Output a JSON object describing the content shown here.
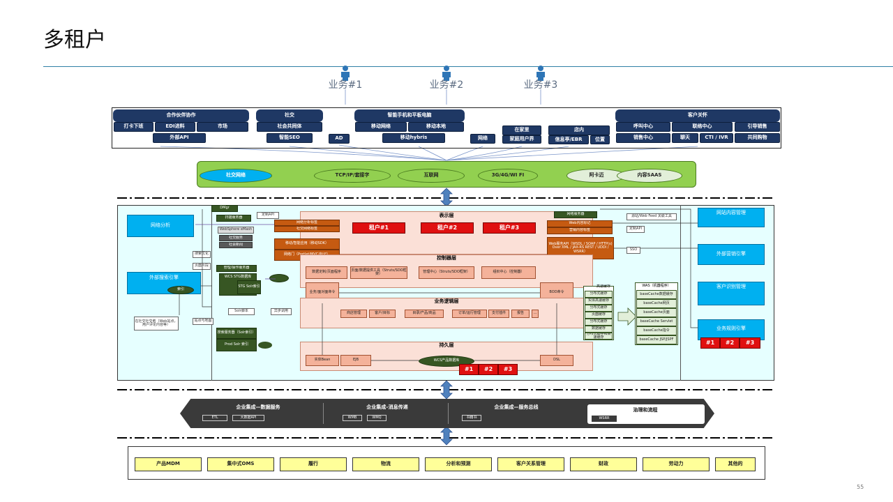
{
  "page": {
    "title": "多租户",
    "page_number": "55"
  },
  "users": [
    {
      "label": "业务#1"
    },
    {
      "label": "业务#2"
    },
    {
      "label": "业务#3"
    }
  ],
  "channels": {
    "partner": {
      "header": "合作伙伴协作",
      "items": [
        "打卡下班",
        "EDI进料",
        "市场",
        "外部API"
      ]
    },
    "social": {
      "header": "社交",
      "items": [
        "社会共同体",
        "智能SEO"
      ]
    },
    "ad": "AD",
    "mobile": {
      "header": "智能手机和平板电脑",
      "items": [
        "移动网络",
        "移动本地",
        "移动hybris"
      ]
    },
    "web": "网络",
    "home": {
      "header": "在家里",
      "items": [
        "家庭用户界"
      ]
    },
    "store": {
      "header": "店内",
      "items": [
        "信息亭/EBR",
        "位置"
      ]
    },
    "care": {
      "header": "客户关怀",
      "items": [
        "呼叫中心",
        "联络中心",
        "引导销售",
        "销售中心",
        "聊天",
        "CTI / IVR",
        "共同购物"
      ]
    }
  },
  "network": [
    "社交网络",
    "TCP/IP/套接字",
    "互联网",
    "3G/4G/WI FI",
    "阿卡迈",
    "内容SAAS"
  ],
  "middle": {
    "dmgr": "DMgr",
    "present_layer": "表示层",
    "control_layer": "控制器层",
    "logic_layer": "业务逻辑层",
    "persist_layer": "持久层",
    "tenants": [
      "租户#1",
      "租户#2",
      "租户#3"
    ],
    "left": {
      "web_analytics": "网络分析",
      "ext_search": "外部搜索引擎",
      "index": "索引",
      "box1": "扫描服务器",
      "wsm": "WebSphere eMash",
      "social_service": "社交服务",
      "social_news": "社会新闻",
      "struts_server": "管理/操作服务器",
      "wcs_stg": "WCS STG数据库",
      "stg_solr": "STG Solr索引",
      "solr_script": "Solr脚本",
      "async": "异步调用",
      "search_server": "搜索服务器（Solr索引）",
      "prod_solr": "Prod Solr 索引",
      "crawl_opt": "搜索优化",
      "page_cache": "页面片段",
      "notes": "在社交社交者（Web站点，用户评论内容等）",
      "site_map": "站点与地图",
      "custom_api": "定制API"
    },
    "presentation": {
      "social_analytics": "网络分析标签",
      "social_share": "社交网络标签",
      "mobile_app": "移动/智能应用（移动SDK）",
      "portal": "网络门（Portlet/MVC/标记）",
      "web_server": "网络服务器",
      "web_tag": "Web内容标记",
      "content_mgmt": "营销内容标签",
      "webapi": "Web服务API（WSDL / SOAP / HTTP(s) Over XML / JAX-RS REST / UDDI / WSRR）"
    },
    "controller": {
      "items": [
        "数据定制/页面程序",
        "页面/数据提供工具（Struts/SDO框架）",
        "管理中心（Struts/SDO框架）",
        "组织中心（控制器）"
      ],
      "biz_interface": "业务/面对面命令",
      "bod": "BOD命令"
    },
    "logic": {
      "items": [
        "商店管理",
        "客户/目标",
        "目录/产品/商品",
        "订单/运行管理",
        "支付插件",
        "报告",
        "..."
      ]
    },
    "persist": {
      "items": [
        "实体Bean",
        "EJB",
        "WCS产品数据库",
        "DSL"
      ],
      "tenant_tags": [
        "#1",
        "#2",
        "#3"
      ]
    },
    "cache": {
      "title": "高速缓存",
      "items": [
        "分布式缓存",
        "实体高速缓存",
        "分布式缓存",
        "页面缓存",
        "分布式缓存",
        "数据缓存",
        "分布式缓存和高速缓存"
      ]
    },
    "was": {
      "title": "WAS（机器程序）",
      "items": [
        "baseCache数据缓存",
        "baseCache网页",
        "baseCache页面",
        "baseCache Servlet",
        "baseCache指令",
        "baseCache JSP/JSPF"
      ]
    },
    "right_labels": {
      "feed": "源站/Web Feed 关联工具",
      "api": "定制API",
      "sso": "SSO"
    },
    "right": {
      "content_mgmt": "网站内容管理",
      "marketing": "外部营销引擎",
      "cust_id": "客户识别管理",
      "rules": "业务规则引擎",
      "tags": [
        "#1",
        "#2",
        "#3"
      ]
    }
  },
  "integration": {
    "data": {
      "title": "企业集成—数据服务",
      "items": [
        "ETL",
        "大数据API"
      ]
    },
    "msg": {
      "title": "企业集成–消息传递",
      "items": [
        "WMB",
        "WMQ"
      ]
    },
    "bus": {
      "title": "企业集成—服务总线",
      "items": [
        "书籍书"
      ]
    },
    "gov": {
      "title": "治理和流程",
      "items": [
        "WSRR"
      ]
    }
  },
  "backend": [
    "产品MDM",
    "集中式OMS",
    "履行",
    "物流",
    "分析和预测",
    "客户关系管理",
    "财政",
    "劳动力",
    "其他的"
  ]
}
